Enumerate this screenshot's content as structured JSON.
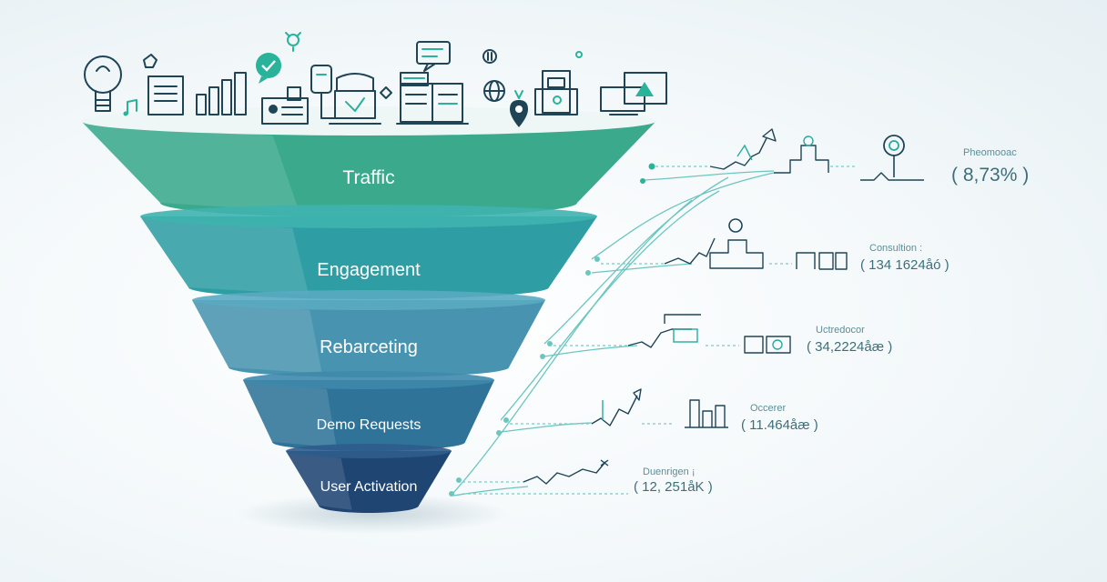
{
  "funnel": {
    "stages": [
      {
        "label": "Traffic",
        "color_top": "#4fb99a",
        "color_body": "#3aa98c"
      },
      {
        "label": "Engagement",
        "color_top": "#3fb3ae",
        "color_body": "#2f9ea4"
      },
      {
        "label": "Rebarceting",
        "color_top": "#5aaac2",
        "color_body": "#4894b0"
      },
      {
        "label": "Demo Requests",
        "color_top": "#3f88ab",
        "color_body": "#2f7398"
      },
      {
        "label": "User Activation",
        "color_top": "#2e5c8c",
        "color_body": "#1f4572"
      }
    ]
  },
  "metrics": [
    {
      "title": "Pheomooac",
      "value": "( 8,73% )"
    },
    {
      "title": "Consultion :",
      "value": "( 134 1624åó )"
    },
    {
      "title": "Uctredocor",
      "value": "( 34,2224åæ )"
    },
    {
      "title": "Occerer",
      "value": "( 11.464åæ )"
    },
    {
      "title": "Duenrigen ¡",
      "value": "( 12, 251åK )"
    }
  ],
  "icons": [
    "lightbulb-icon",
    "music-note-icon",
    "document-icon",
    "bar-chart-icon",
    "chat-check-icon",
    "profile-card-icon",
    "mobile-hand-icon",
    "laptop-icon",
    "sparkle-icon",
    "newspaper-icon",
    "open-book-icon",
    "globe-icon",
    "location-pin-icon",
    "calculator-icon",
    "monitor-icon"
  ],
  "colors": {
    "accent": "#2ab39b",
    "connector": "#6cc6c0",
    "ink": "#1f4456"
  }
}
